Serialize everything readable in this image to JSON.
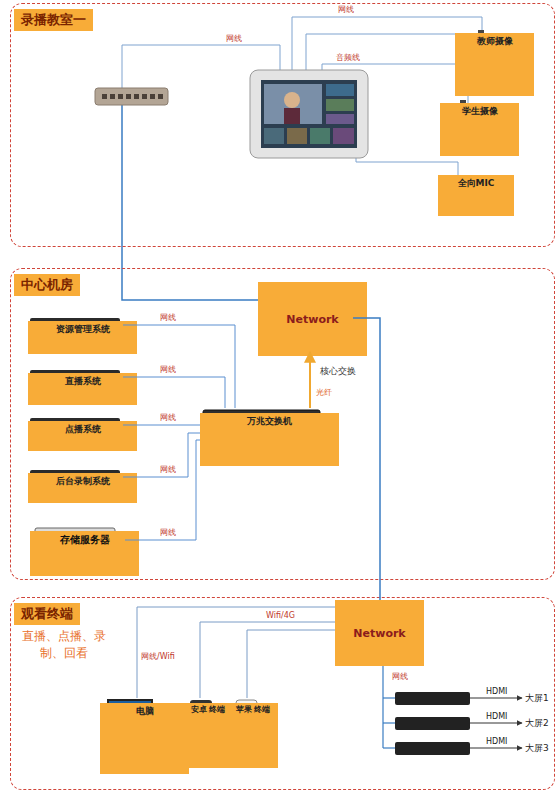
{
  "diagram": {
    "nodes": [
      {
        "text": [
          "录播教室一"
        ]
      },
      {
        "text": [
          "教师摄像"
        ],
        "in": 0
      },
      {
        "text": [
          "学生摄像"
        ],
        "in": 0
      },
      {
        "text": [
          "全向MIC"
        ],
        "in": 0
      },
      {
        "text": [
          "中心机房"
        ]
      },
      {
        "text": [
          "Network"
        ],
        "in": 4
      },
      {
        "text": [
          "资源管理系统"
        ],
        "in": 4
      },
      {
        "text": [
          "直播系统"
        ],
        "in": 4
      },
      {
        "text": [
          "点播系统"
        ],
        "in": 4
      },
      {
        "text": [
          "后台录制系统"
        ],
        "in": 4
      },
      {
        "text": [
          "万兆交换机"
        ],
        "in": 4
      },
      {
        "text": [
          "存储服务器"
        ],
        "in": 4
      },
      {
        "text": [
          "观看终端",
          "直播、点播、录 制、回看"
        ]
      },
      {
        "text": [
          "Network"
        ],
        "in": 12
      },
      {
        "text": [
          "电脑"
        ],
        "in": 12
      },
      {
        "text": [
          "安卓 终端"
        ],
        "in": 12
      },
      {
        "text": [
          "苹果 终端"
        ],
        "in": 12
      }
    ],
    "edges": [
      {
        "from": 6,
        "to": 10,
        "arrow": "none",
        "label": "网线"
      },
      {
        "from": 7,
        "to": 10,
        "arrow": "none",
        "label": "网线"
      },
      {
        "from": 8,
        "to": 10,
        "arrow": "none",
        "label": "网线"
      },
      {
        "from": 9,
        "to": 10,
        "arrow": "none",
        "label": "网线"
      },
      {
        "from": 11,
        "to": 10,
        "arrow": "none",
        "label": "网线"
      },
      {
        "from": 10,
        "to": 5,
        "arrow": "to",
        "label": "光纤"
      },
      {
        "from": 5,
        "to": 13,
        "arrow": "none"
      },
      {
        "from": 13,
        "to": 14,
        "arrow": "none",
        "label": "网线/Wifi"
      },
      {
        "from": 13,
        "to": 15,
        "arrow": "none",
        "label": "Wifi/4G"
      },
      {
        "from": 13,
        "to": 16,
        "arrow": "none"
      }
    ],
    "labels": [
      "网线",
      "网线",
      "音频线",
      "核心交换",
      "网线",
      "HDMI",
      "大屏1",
      "HDMI",
      "大屏2",
      "HDMI",
      "大屏3"
    ]
  }
}
